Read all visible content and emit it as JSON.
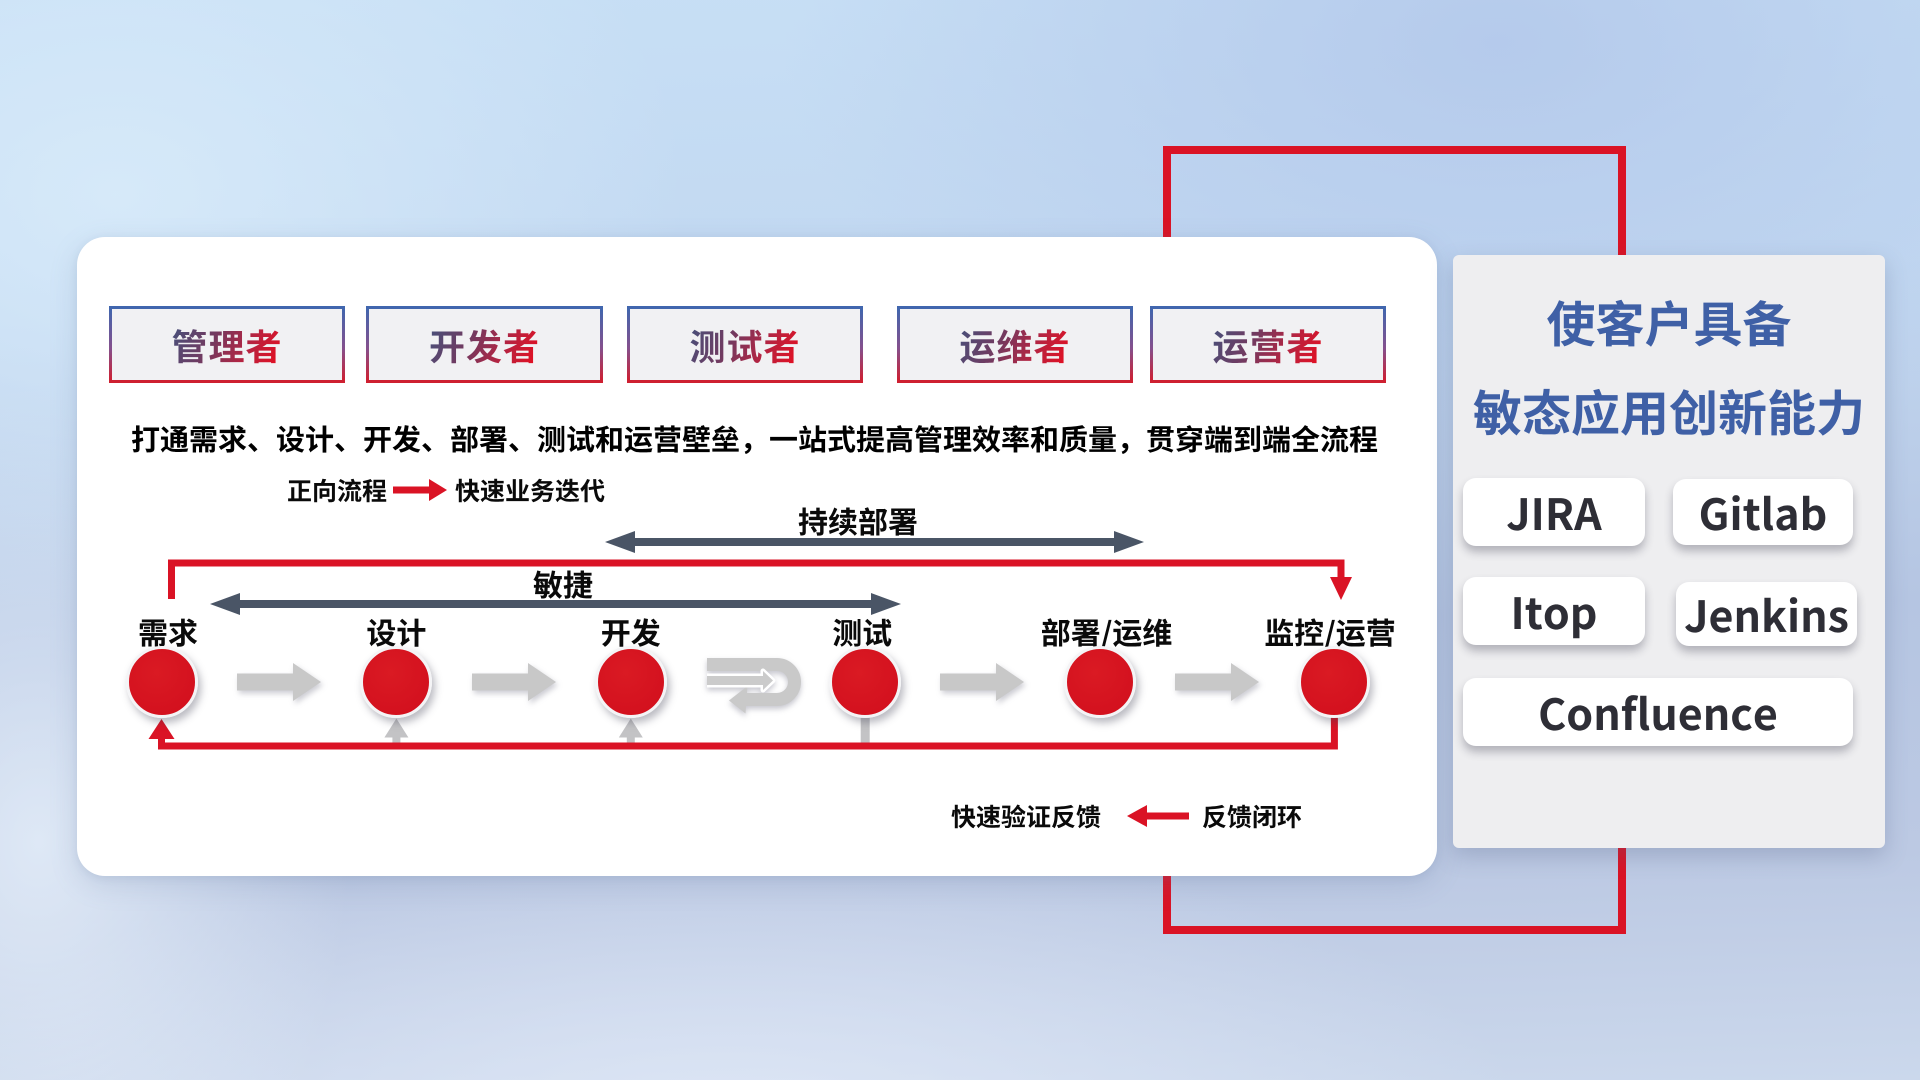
{
  "roles": {
    "items": [
      "管理者",
      "开发者",
      "测试者",
      "运维者",
      "运营者"
    ]
  },
  "description": "打通需求、设计、开发、部署、测试和运营壁垒，一站式提高管理效率和质量，贯穿端到端全流程",
  "legend_forward": {
    "label": "正向流程",
    "value": "快速业务迭代",
    "arrow_icon": "red-right-arrow"
  },
  "flow": {
    "continuous_deploy_label": "持续部署",
    "agile_label": "敏捷",
    "stages": [
      "需求",
      "设计",
      "开发",
      "测试",
      "部署/运维",
      "监控/运营"
    ]
  },
  "legend_feedback": {
    "value": "快速验证反馈",
    "label": "反馈闭环",
    "arrow_icon": "red-left-arrow"
  },
  "side_panel": {
    "title_line1": "使客户具备",
    "title_line2": "敏态应用创新能力",
    "tools": [
      "JIRA",
      "Gitlab",
      "Itop",
      "Jenkins",
      "Confluence"
    ]
  },
  "colors": {
    "red": "#da1325",
    "circle_red": "#d8141f",
    "slate": "#4a5566",
    "gray_arrow": "#c6c6c6",
    "panel_title_blue": "#4161a5",
    "button_text": "#2e2e36"
  }
}
